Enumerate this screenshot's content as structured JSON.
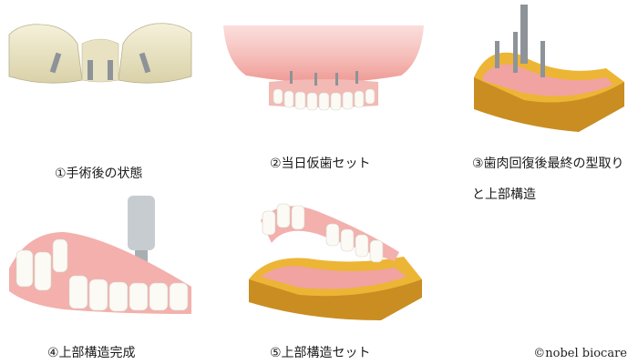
{
  "panels": [
    {
      "caption": "①手術後の状態",
      "image": "jaw-bone-with-four-implants"
    },
    {
      "caption": "②当日仮歯セット",
      "image": "temporary-denture-on-gums"
    },
    {
      "caption": "③歯肉回復後最終の型取りと上部構造",
      "image": "impression-model-with-posts"
    },
    {
      "caption": "④上部構造完成",
      "image": "finished-denture-with-handpiece"
    },
    {
      "caption": "⑤上部構造セット",
      "image": "denture-set-on-model"
    }
  ],
  "credit": "©nobel biocare",
  "colors": {
    "bone": "#ece6c4",
    "gum": "#f2a6a6",
    "model": "#e9b030",
    "tooth": "#f7f6f1",
    "metal": "#9aa0a6"
  }
}
